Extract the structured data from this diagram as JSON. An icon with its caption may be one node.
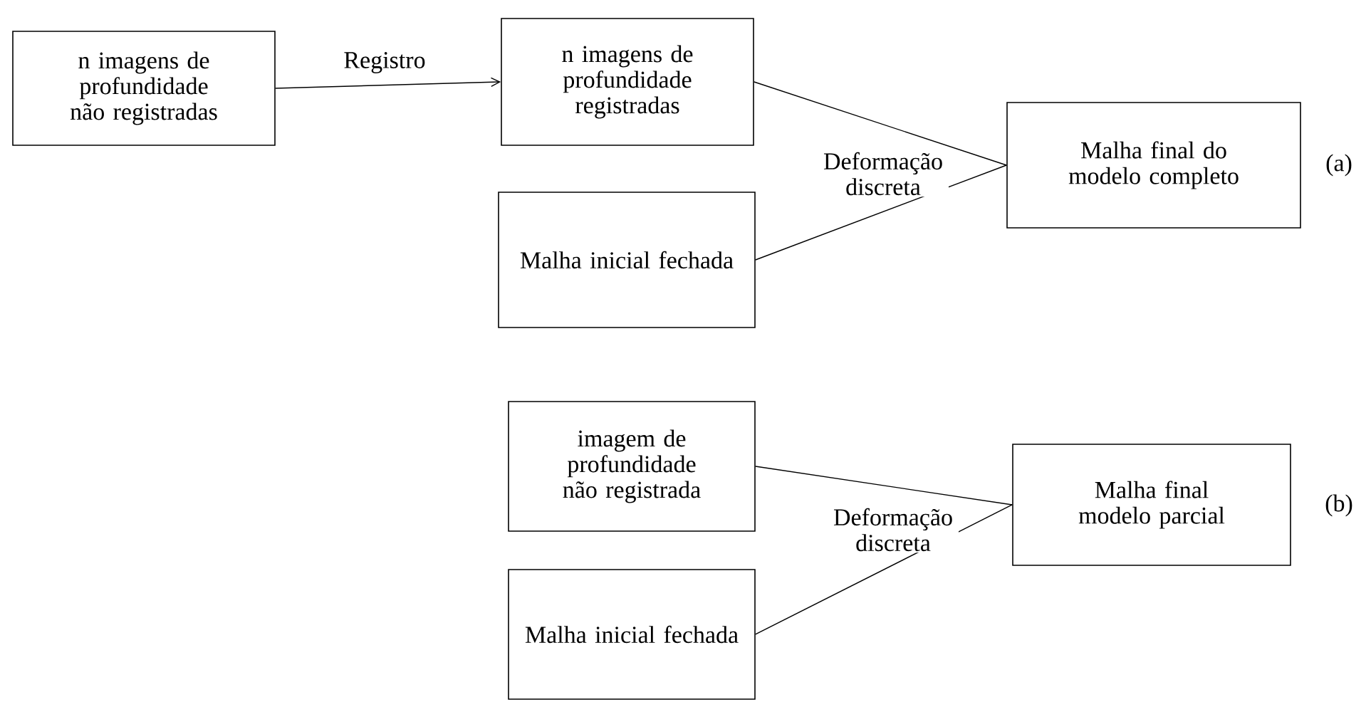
{
  "diagram": {
    "nodes": [
      {
        "text": [
          "n imagens de profundidade não registradas"
        ]
      },
      {
        "text": [
          "n imagens de profundidade registradas"
        ]
      },
      {
        "text": [
          "Malha inicial fechada"
        ]
      },
      {
        "text": [
          "Malha final do modelo completo"
        ]
      },
      {
        "text": [
          "imagem de profundidade não registrada"
        ]
      },
      {
        "text": [
          "Malha inicial fechada"
        ]
      },
      {
        "text": [
          "Malha final modelo parcial"
        ]
      }
    ],
    "edges": [
      {
        "from": 0,
        "to": 1,
        "arrow": "to",
        "label": "Registro"
      },
      {
        "from": 1,
        "to": 3,
        "arrow": "none",
        "label": "Deformação discreta"
      },
      {
        "from": 2,
        "to": 3,
        "arrow": "none"
      },
      {
        "from": 4,
        "to": 6,
        "arrow": "none",
        "label": "Deformação discreta"
      },
      {
        "from": 5,
        "to": 6,
        "arrow": "none"
      }
    ],
    "labels": [
      "(a)",
      "(b)"
    ]
  }
}
